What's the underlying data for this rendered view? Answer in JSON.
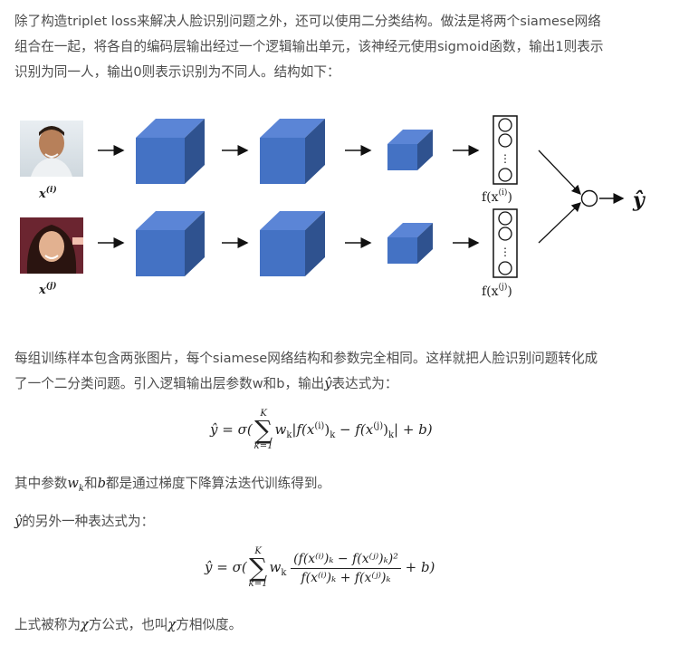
{
  "intro": {
    "line1": "除了构造triplet loss来解决人脸识别问题之外，还可以使用二分类结构。做法是将两个siamese网络",
    "line2": "组合在一起，将各自的编码层输出经过一个逻辑输出单元，该神经元使用sigmoid函数，输出1则表示",
    "line3": "识别为同一人，输出0则表示识别为不同人。结构如下："
  },
  "diagram": {
    "input_top_label": "x",
    "input_top_sup": "(i)",
    "input_bottom_label": "x",
    "input_bottom_sup": "(j)",
    "encoding_top_label": "f(x",
    "encoding_top_sup": "(i)",
    "encoding_bottom_label": "f(x",
    "encoding_bottom_sup": "(j)",
    "encoding_close": ")",
    "output_label": "ŷ",
    "vector_dots": "⋮",
    "cube_color": "#4472c4",
    "cube_side_color": "#2f528f"
  },
  "para2": {
    "line1": "每组训练样本包含两张图片，每个siamese网络结构和参数完全相同。这样就把人脸识别问题转化成",
    "line2_a": "了一个二分类问题。引入逻辑输出层参数w和b，输出",
    "line2_b": "ŷ",
    "line2_c": "表达式为："
  },
  "equation1": {
    "lhs": "ŷ = σ(",
    "sum_top": "K",
    "sum_sym": "∑",
    "sum_bottom": "k=1",
    "body": "w",
    "body_sub": "k",
    "body2": "|f(x",
    "sup_i": "(i)",
    "mid": ")",
    "sub_k": "k",
    "minus": " − f(x",
    "sup_j": "(j)",
    "tail": ")",
    "tail2": "| + b)"
  },
  "para3": {
    "a": "其中参数",
    "w": "w",
    "wk": "k",
    "b_txt": "和",
    "b": "b",
    "c": "都是通过梯度下降算法迭代训练得到。"
  },
  "para4": {
    "yhat": "ŷ",
    "text": "的另外一种表达式为："
  },
  "equation2": {
    "lhs": "ŷ = σ(",
    "sum_top": "K",
    "sum_sym": "∑",
    "sum_bottom": "k=1",
    "w": "w",
    "wk": "k",
    "num": "(f(x⁽ⁱ⁾)ₖ − f(x⁽ʲ⁾)ₖ)²",
    "den": "f(x⁽ⁱ⁾)ₖ + f(x⁽ʲ⁾)ₖ",
    "tail": "+ b)"
  },
  "para5": {
    "a": "上式被称为",
    "chi1": "χ",
    "b": "方公式，也叫",
    "chi2": "χ",
    "c": "方相似度。"
  }
}
